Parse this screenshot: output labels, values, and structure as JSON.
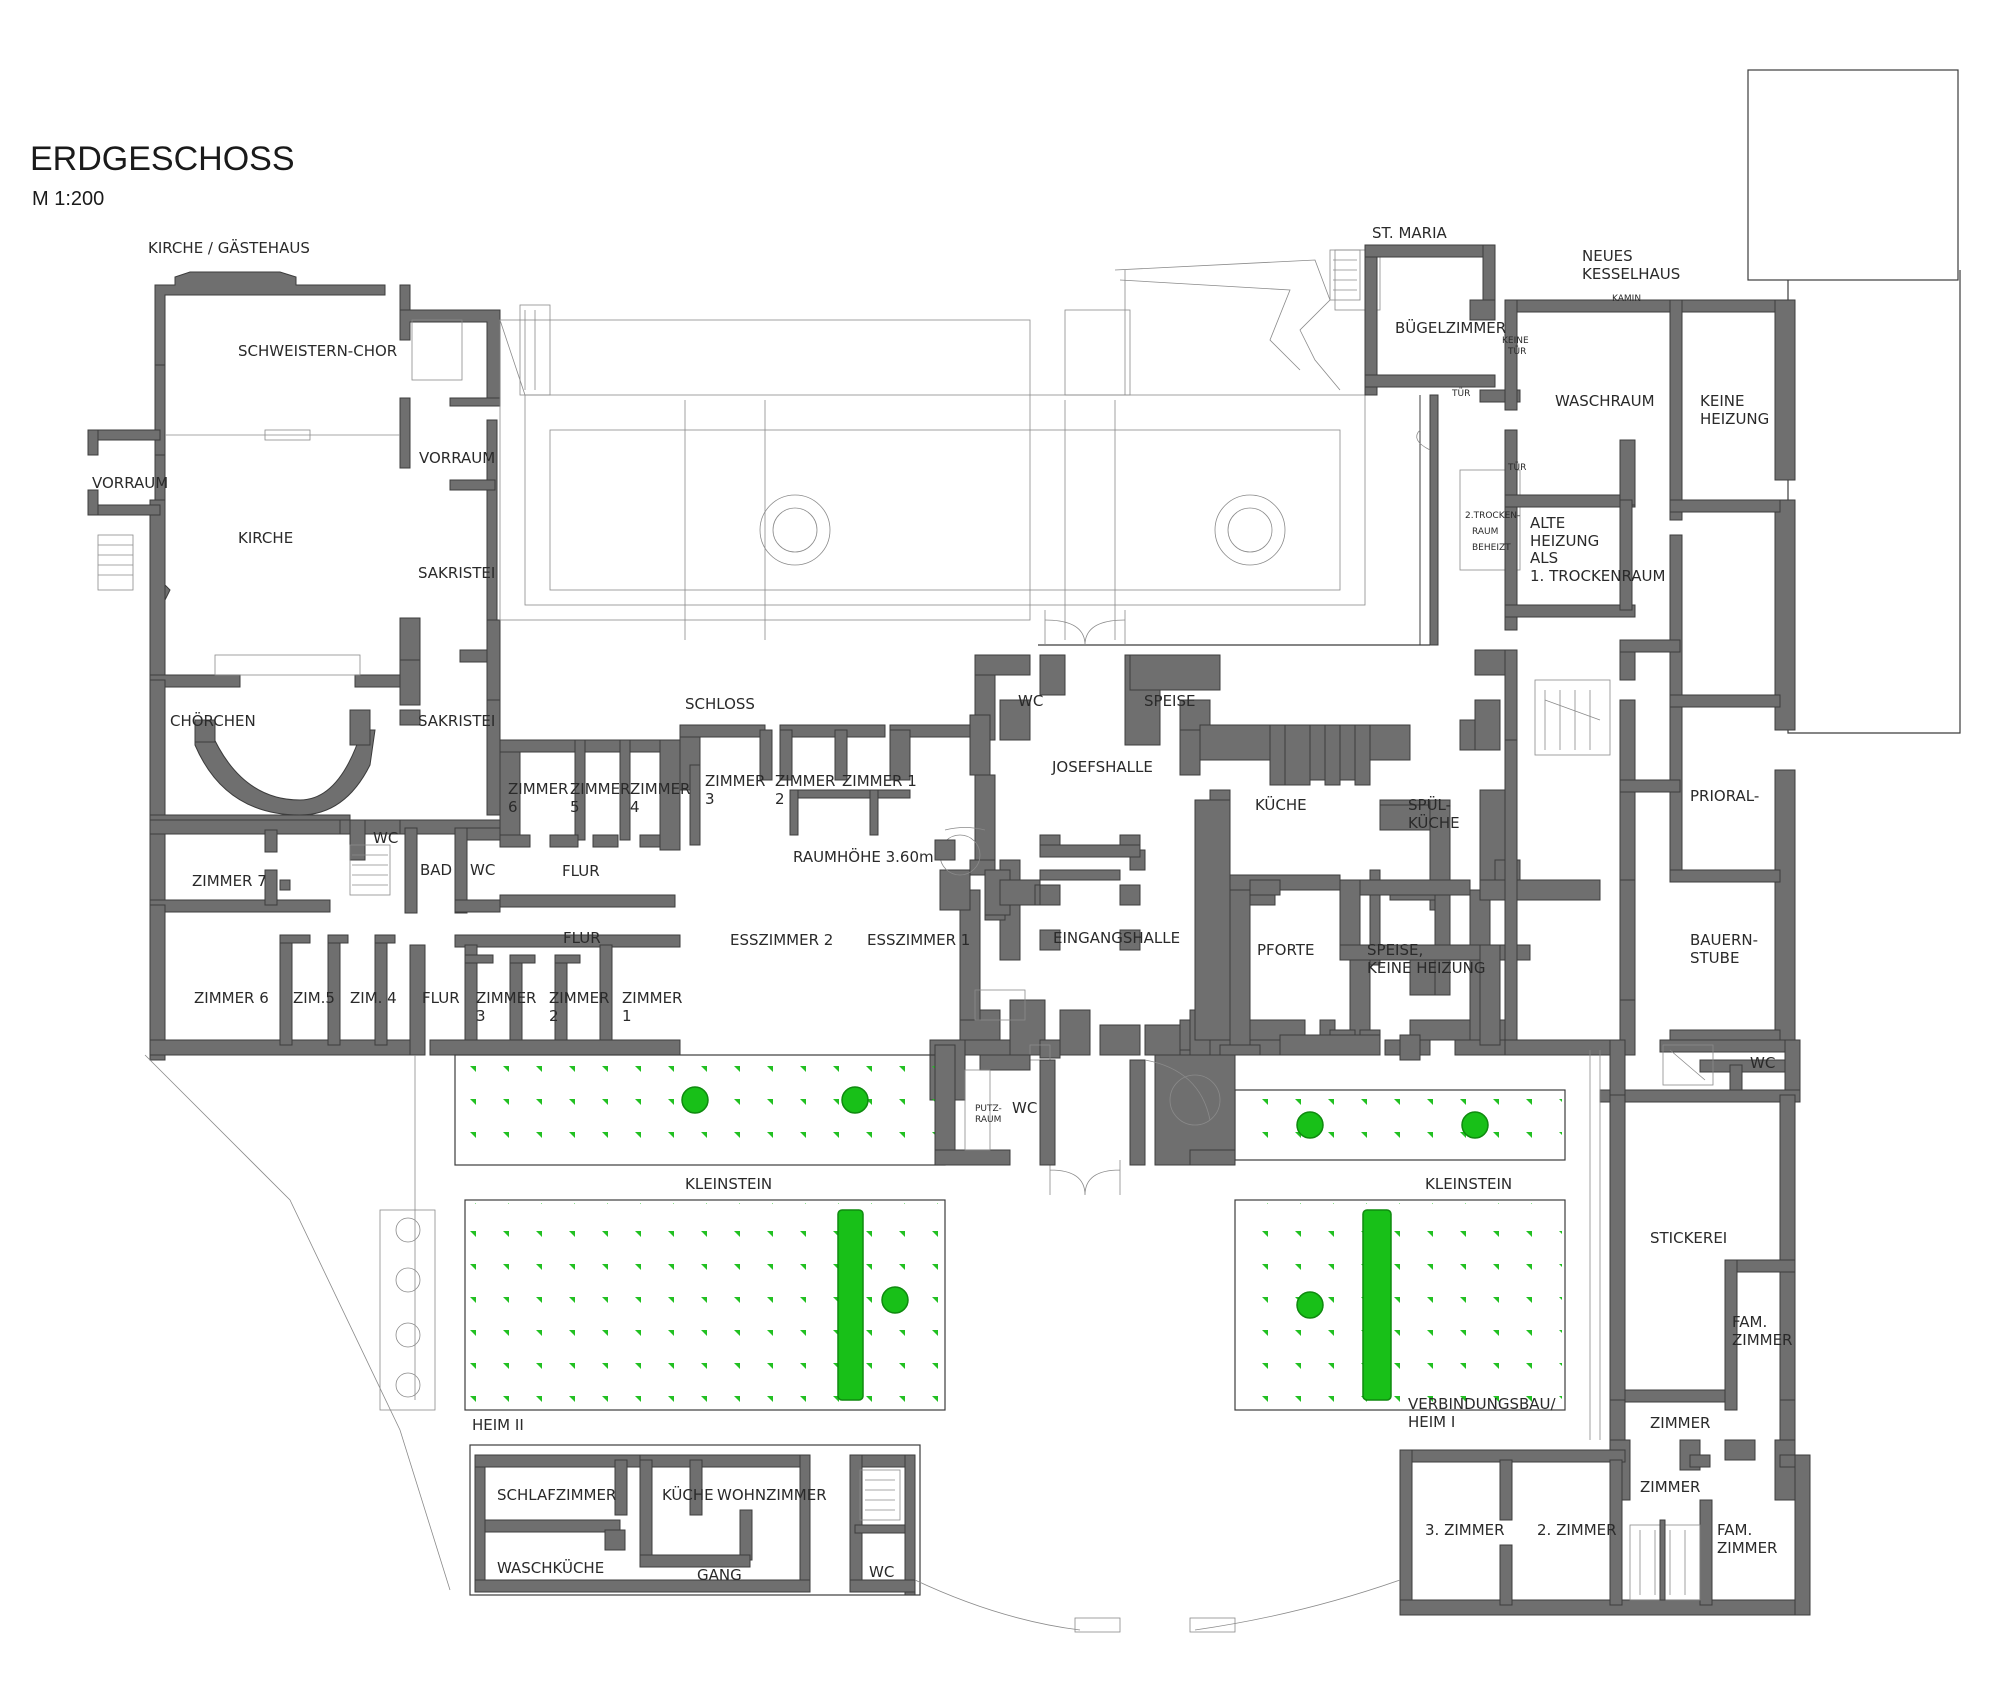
{
  "title": "ERDGESCHOSS",
  "scale": "M 1:200",
  "rooms": [
    "KIRCHE / GÄSTEHAUS",
    "SCHWEISTERN-CHOR",
    "VORRAUM",
    "KIRCHE",
    "VORRAUM",
    "SAKRISTEI",
    "CHÖRCHEN",
    "SAKRISTEI",
    "SCHLOSS",
    "ZIMMER 7",
    "WC",
    "BAD",
    "WC",
    "FLUR",
    "ZIMMER",
    "6",
    "ZIMMER",
    "5",
    "ZIMMER",
    "4",
    "ZIMMER",
    "3",
    "ZIMMER",
    "2",
    "ZIMMER 1",
    "RAUMHÖHE 3.60m",
    "FLUR",
    "ZIMMER 6",
    "ZIM.5",
    "ZIM. 4",
    "FLUR",
    "ZIMMER",
    "3",
    "ZIMMER",
    "2",
    "ZIMMER",
    "1",
    "ESSZIMMER 2",
    "ESSZIMMER 1",
    "WC",
    "SPEISE",
    "JOSEFSHALLE",
    "EINGANGSHALLE",
    "PUTZ-",
    "RAUM",
    "WC",
    "ST. MARIA",
    "BÜGELZIMMER",
    "KEINE",
    "TÜR",
    "TÜR",
    "NEUES",
    "KESSELHAUS",
    "KAMIN",
    "WASCHRAUM",
    "KEINE",
    "HEIZUNG",
    "TÜR",
    "2.TROCKEN-",
    "RAUM",
    "BEHEIZT",
    "ALTE",
    "HEIZUNG",
    "ALS",
    "1. TROCKENRAUM",
    "KÜCHE",
    "SPÜL-",
    "KÜCHE",
    "PFORTE",
    "SPEISE,",
    "KEINE HEIZUNG",
    "PRIORAL-",
    "BAUERN-",
    "STUBE",
    "WC",
    "KLEINSTEIN",
    "KLEINSTEIN",
    "STICKEREI",
    "FAM.",
    "ZIMMER",
    "VERBINDUNGSBAU/",
    "HEIM I",
    "ZIMMER",
    "ZIMMER",
    "3. ZIMMER",
    "2. ZIMMER",
    "FAM.",
    "ZIMMER",
    "HEIM II",
    "SCHLAFZIMMER",
    "KÜCHE",
    "WOHNZIMMER",
    "WASCHKÜCHE",
    "GANG",
    "WC"
  ]
}
